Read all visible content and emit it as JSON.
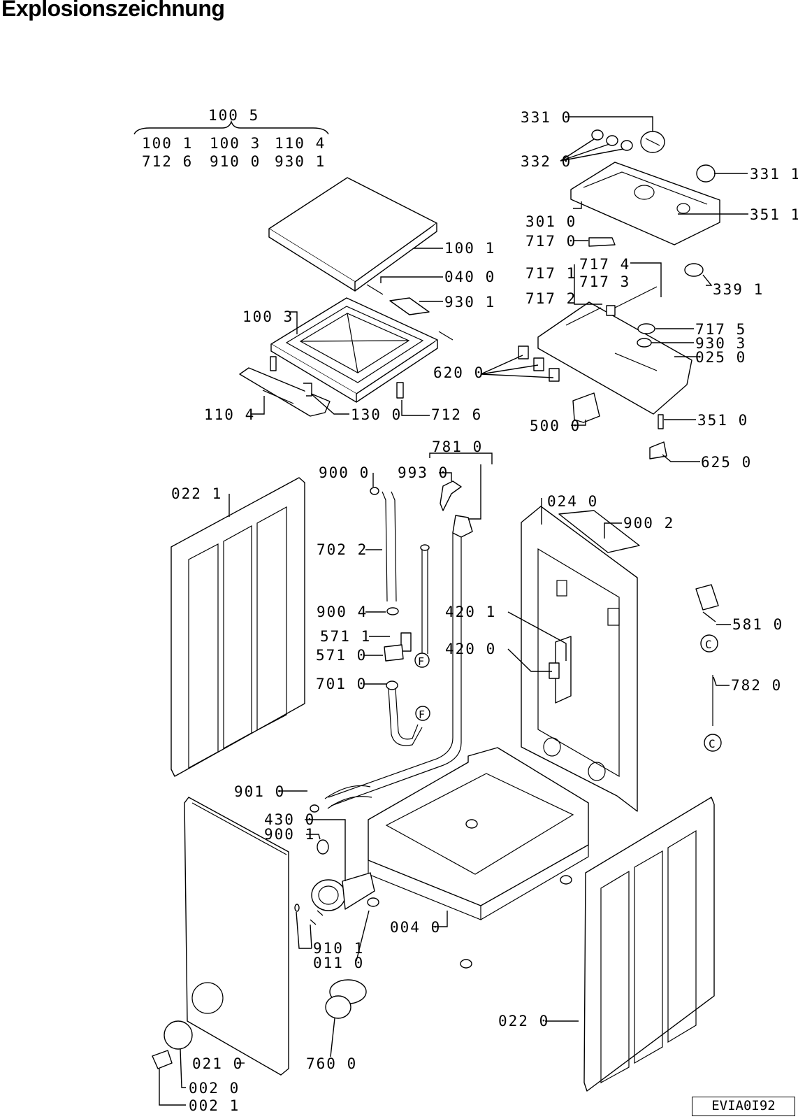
{
  "title": "Explosionszeichnung",
  "diagram_code": "EVIA0I92",
  "kit_header": {
    "group": "100 5",
    "row1": [
      "100 1",
      "100 3",
      "110 4"
    ],
    "row2": [
      "712 6",
      "910 0",
      "930 1"
    ]
  },
  "callouts": {
    "c331_0": "331 0",
    "c332_0": "332 0",
    "c331_1": "331 1",
    "c301_0": "301 0",
    "c351_1": "351 1",
    "c717_0": "717 0",
    "c717_1": "717 1",
    "c717_4": "717 4",
    "c717_3": "717 3",
    "c339_1": "339 1",
    "c717_2": "717 2",
    "c717_5": "717 5",
    "c930_3": "930 3",
    "c025_0": "025 0",
    "c620_0": "620 0",
    "c500_0": "500 0",
    "c351_0": "351 0",
    "c625_0": "625 0",
    "c100_1": "100 1",
    "c040_0": "040 0",
    "c930_1": "930 1",
    "c100_3": "100 3",
    "c110_4": "110 4",
    "c130_0": "130 0",
    "c712_6": "712 6",
    "c781_0": "781 0",
    "c900_0": "900 0",
    "c993_0": "993 0",
    "c022_1": "022 1",
    "c024_0": "024 0",
    "c900_2": "900 2",
    "c702_2": "702 2",
    "c900_4": "900 4",
    "c420_1": "420 1",
    "c581_0": "581 0",
    "c571_1": "571 1",
    "c571_0": "571 0",
    "c420_0": "420 0",
    "c701_0": "701 0",
    "c782_0": "782 0",
    "c901_0": "901 0",
    "c430_0": "430 0",
    "c900_1": "900 1",
    "c004_0": "004 0",
    "c910_1": "910 1",
    "c011_0": "011 0",
    "c022_0": "022 0",
    "c760_0": "760 0",
    "c021_0": "021 0",
    "c002_0": "002 0",
    "c002_1": "002 1"
  },
  "connector_marks": {
    "f": "F",
    "c": "C"
  }
}
